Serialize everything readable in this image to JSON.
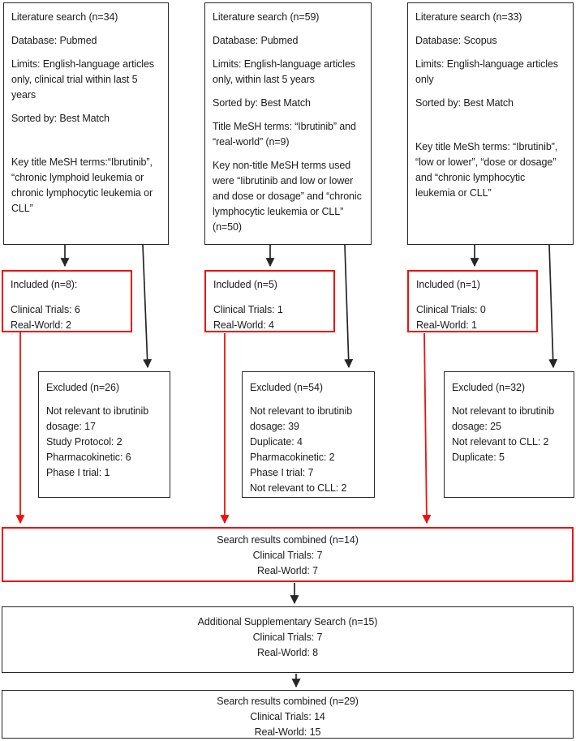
{
  "colors": {
    "red": "#ee1111",
    "black": "#262626"
  },
  "columns": [
    {
      "literature": {
        "paragraphs": [
          "Literature search (n=34)",
          "Database: Pubmed",
          "Limits: English-language articles only, clinical trial within last 5 years",
          "Sorted by: Best Match",
          "Key title MeSH terms:“Ibrutinib”, “chronic lymphoid leukemia or chronic lymphocytic leukemia or CLL”"
        ]
      },
      "included": {
        "title": "Included (n=8):",
        "lines": [
          "Clinical Trials: 6",
          "Real-World: 2"
        ]
      },
      "excluded": {
        "title": "Excluded (n=26)",
        "lines": [
          "Not relevant to ibrutinib dosage: 17",
          "Study Protocol: 2",
          "Pharmacokinetic: 6",
          "Phase I trial: 1"
        ]
      }
    },
    {
      "literature": {
        "paragraphs": [
          "Literature search (n=59)",
          "Database: Pubmed",
          "Limits: English-language articles only, within last 5 years",
          "Sorted by: Best Match",
          "Title MeSH terms: “Ibrutinib” and “real-world” (n=9)",
          "Key non-title MeSH terms used were “Iibrutinib and low or lower and dose or dosage” and “chronic lymphocytic leukemia or CLL” (n=50)"
        ]
      },
      "included": {
        "title": "Included (n=5)",
        "lines": [
          "Clinical Trials: 1",
          "Real-World: 4"
        ]
      },
      "excluded": {
        "title": "Excluded (n=54)",
        "lines": [
          "Not relevant to ibrutinib dosage: 39",
          "Duplicate: 4",
          "Pharmacokinetic: 2",
          "Phase I trial: 7",
          "Not relevant to CLL: 2"
        ]
      }
    },
    {
      "literature": {
        "paragraphs": [
          "Literature search (n=33)",
          "Database: Scopus",
          "Limits: English-language articles only",
          "Sorted by: Best Match",
          "Key title MeSh terms: “Ibrutinib”, “low or lower”, “dose or dosage” and “chronic lymphocytic leukemia or CLL”"
        ]
      },
      "included": {
        "title": "Included (n=1)",
        "lines": [
          "Clinical Trials: 0",
          "Real-World: 1"
        ]
      },
      "excluded": {
        "title": "Excluded (n=32)",
        "lines": [
          "Not relevant to ibrutinib dosage: 25",
          "Not relevant to CLL: 2",
          "Duplicate: 5"
        ]
      }
    }
  ],
  "combined_red": {
    "lines": [
      "Search results combined (n=14)",
      "Clinical Trials: 7",
      "Real-World: 7"
    ]
  },
  "supplementary": {
    "lines": [
      "Additional Supplementary Search (n=15)",
      "Clinical Trials: 7",
      "Real-World: 8"
    ]
  },
  "final_combined": {
    "lines": [
      "Search results combined (n=29)",
      "Clinical Trials: 14",
      "Real-World: 15"
    ]
  }
}
